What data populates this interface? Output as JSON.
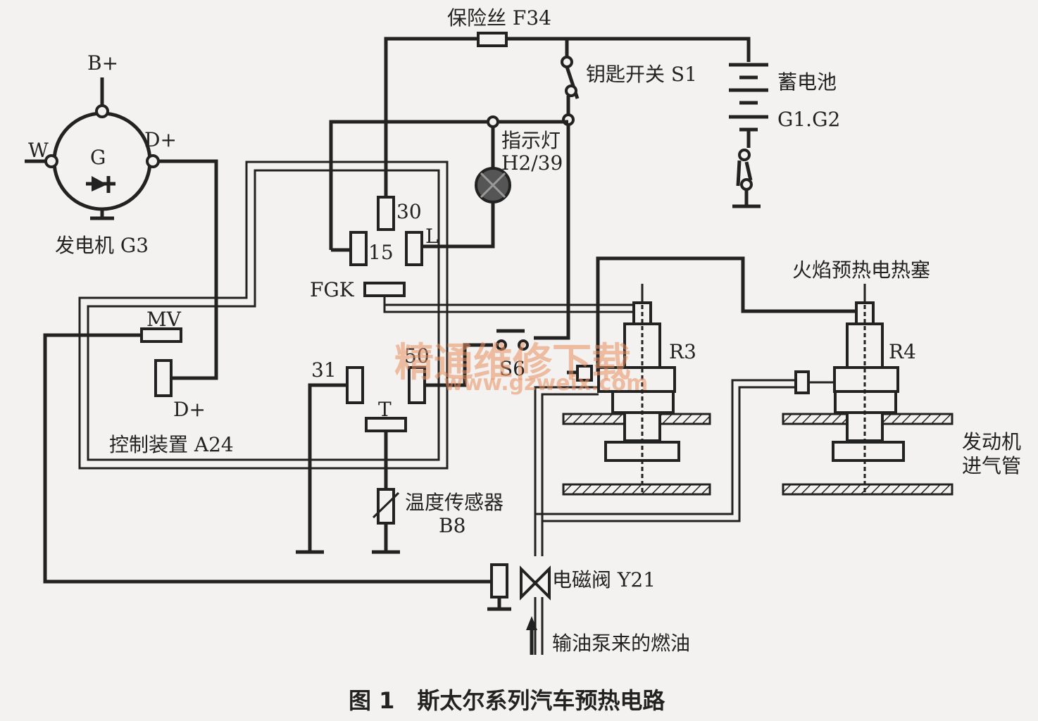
{
  "labels": {
    "fuse": "保险丝 F34",
    "key_switch": "钥匙开关 S1",
    "battery": "蓄电池",
    "battery_id": "G1.G2",
    "indicator": "指示灯",
    "indicator_id": "H2/39",
    "generator_b_plus": "B+",
    "generator_w": "W",
    "generator_d_plus": "D+",
    "generator_g": "G",
    "generator": "发电机 G3",
    "pin_30": "30",
    "pin_15": "15",
    "pin_l": "L",
    "fgk": "FGK",
    "mv": "MV",
    "pin_50": "50",
    "s6": "S6",
    "pin_31": "31",
    "pin_t": "T",
    "d_plus_2": "D+",
    "controller": "控制装置 A24",
    "plug_title": "火焰预热电热塞",
    "r3": "R3",
    "r4": "R4",
    "intake": "发动机",
    "intake_2": "进气管",
    "temp_sensor": "温度传感器",
    "temp_sensor_id": "B8",
    "valve": "电磁阀 Y21",
    "fuel": "输油泵来的燃油",
    "caption": "图 1　斯太尔系列汽车预热电路"
  },
  "watermark": {
    "main": "精通维修下载",
    "url": "www.gzweix.com"
  },
  "colors": {
    "ink": "#222222",
    "paper": "#f4f2f0",
    "watermark": "#e89060"
  }
}
